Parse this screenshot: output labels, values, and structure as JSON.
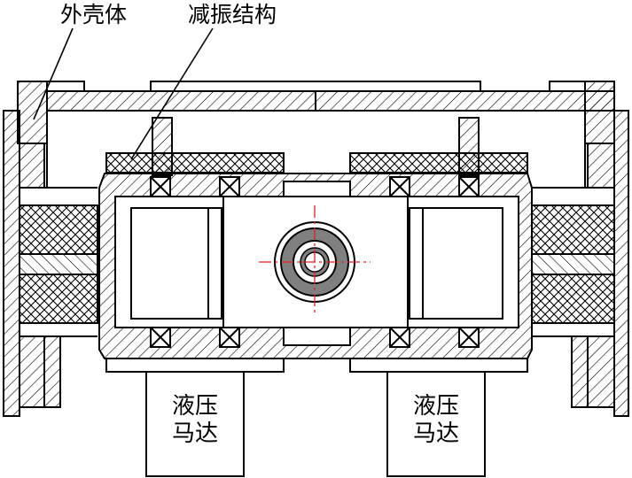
{
  "labels": {
    "housing": "外壳体",
    "damping": "减振结构"
  },
  "motors": [
    {
      "line1": "液压",
      "line2": "马达"
    },
    {
      "line1": "液压",
      "line2": "马达"
    }
  ],
  "colors": {
    "line": "#000000",
    "centerline": "#e02020",
    "shaft_ring": "#808080"
  },
  "icons": [
    "bearing-cross-icon"
  ]
}
